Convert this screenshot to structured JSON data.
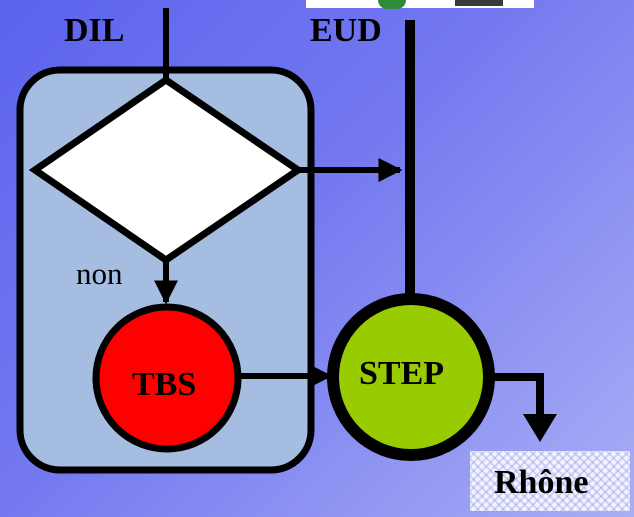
{
  "labels": {
    "dil": "DIL",
    "eud": "EUD",
    "non": "non",
    "tbs": "TBS",
    "step": "STEP",
    "rhone": "Rhône"
  },
  "colors": {
    "background": "#6a70f0",
    "panel": "#a4bde0",
    "decision": "#ffffff",
    "tbs": "#ff0000",
    "step": "#99cc00",
    "stroke": "#000000"
  },
  "icons": {
    "logo": "logo-image"
  }
}
